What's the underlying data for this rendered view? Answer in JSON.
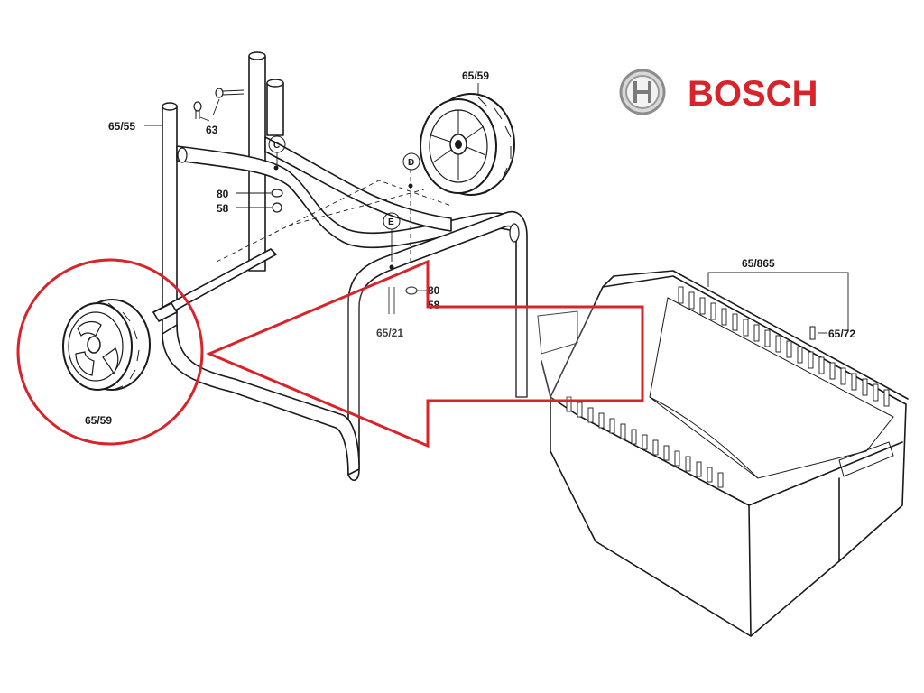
{
  "brand": {
    "name": "BOSCH",
    "color": "#d8232a",
    "logo_icon": "bosch-armature-logo-icon"
  },
  "callout_color": "#d8232a",
  "labels": {
    "frame": "65/55",
    "screw": "63",
    "wheel_top": "65/59",
    "wheel_highlight": "65/59",
    "marker_c": "C",
    "marker_d": "D",
    "marker_e": "E",
    "washer_upper": "80",
    "spacer_upper": "58",
    "washer_lower": "80",
    "spacer_lower": "58",
    "bolt": "65/21",
    "grass_box": "65/865",
    "pin": "65/72"
  }
}
